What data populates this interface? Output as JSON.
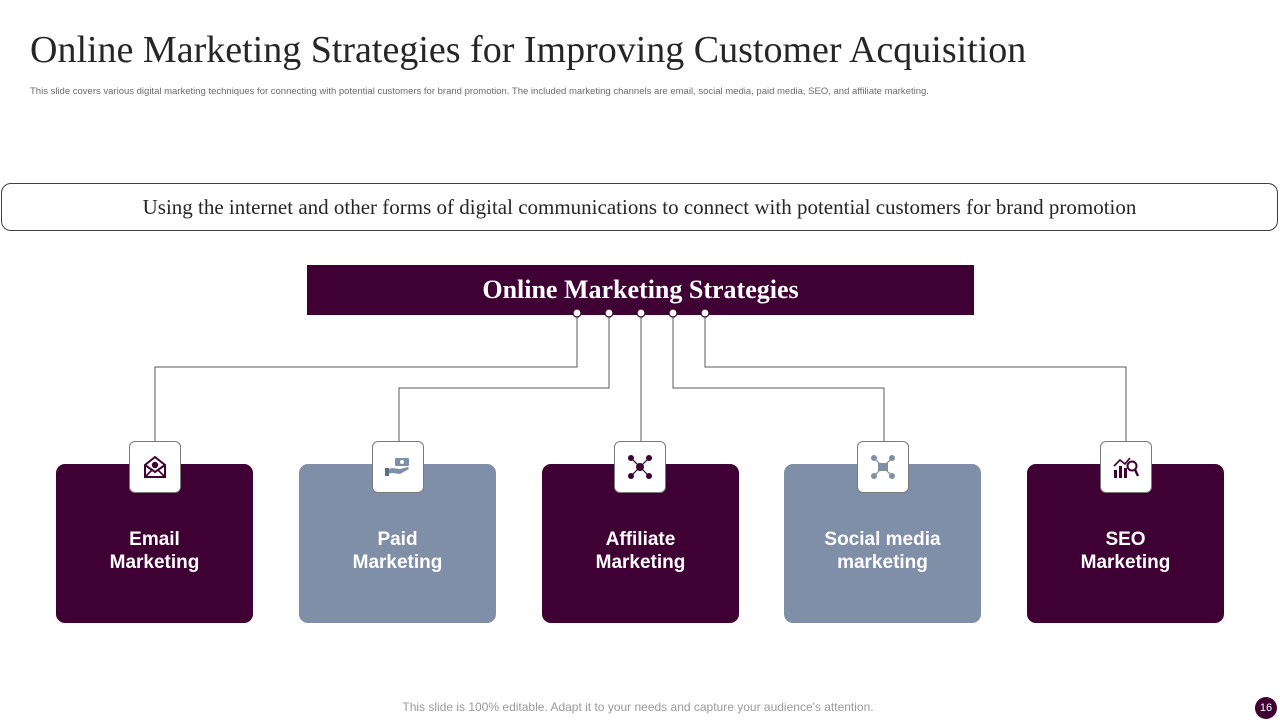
{
  "slide": {
    "title": "Online Marketing Strategies for Improving Customer Acquisition",
    "subtitle": "This slide covers various digital marketing techniques for connecting with potential customers for brand promotion. The included marketing channels are email,   social media, paid media, SEO, and affiliate marketing.",
    "banner": "Using the internet and other forms of digital communications to connect with potential customers for brand promotion",
    "footer": "This slide is 100% editable. Adapt it to your needs and capture your audience's attention.",
    "page_number": "16"
  },
  "diagram": {
    "root_label": "Online Marketing Strategies",
    "nodes": [
      {
        "label": "Email\nMarketing",
        "icon": "email-icon",
        "color": "#3f0034"
      },
      {
        "label": "Paid\nMarketing",
        "icon": "hand-money-icon",
        "color": "#7f8fa8"
      },
      {
        "label": "Affiliate\nMarketing",
        "icon": "network-people-icon",
        "color": "#3f0034"
      },
      {
        "label": "Social media\nmarketing",
        "icon": "social-network-icon",
        "color": "#7f8fa8"
      },
      {
        "label": "SEO\nMarketing",
        "icon": "seo-chart-icon",
        "color": "#3f0034"
      }
    ]
  },
  "colors": {
    "primary": "#3f0034",
    "secondary": "#7f8fa8"
  }
}
